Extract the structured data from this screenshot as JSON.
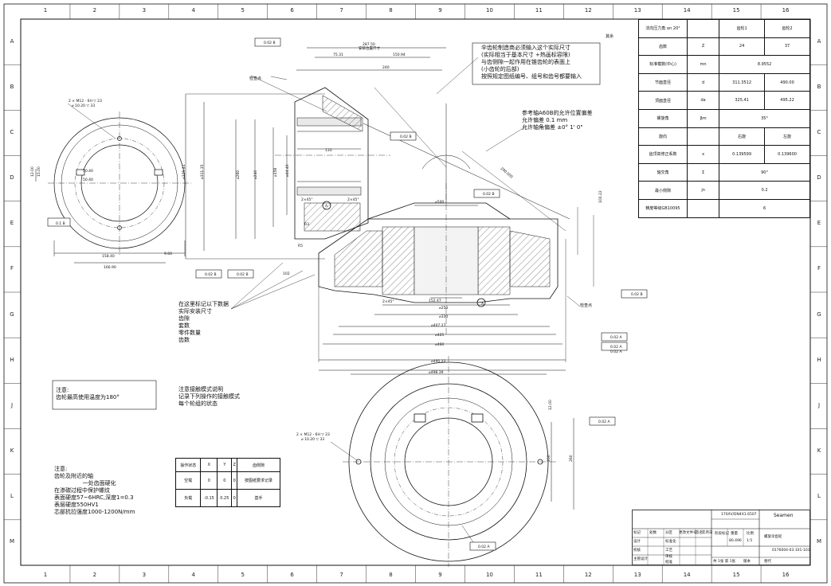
{
  "grid": {
    "columns": [
      "1",
      "2",
      "3",
      "4",
      "5",
      "6",
      "7",
      "8",
      "9",
      "10",
      "11",
      "12",
      "13",
      "14",
      "15",
      "16"
    ],
    "rows": [
      "A",
      "B",
      "C",
      "D",
      "E",
      "F",
      "G",
      "H",
      "J",
      "K",
      "L",
      "M"
    ]
  },
  "notes": {
    "assembly_note": "伞齿轮制造商必须输入这个实际尺寸\n(实际相当于基本尺寸 +热画标容限)\n与齿侧隙一起作用在锥齿轮的表面上\n(小齿轮的后部)\n按照规定图纸编号、组号和齿号都要输入",
    "offset_note": "参考轴A60B的允许位置偏差\n允许偏差 0.1 mm\n允许轴角偏差 ±0° 1' 0\"",
    "mark_note": "在这里标记以下数据\n实际安装尺寸\n齿隙\n套数\n零件数量\n齿数",
    "contact_note": "注意接触模式说明\n记录下列操作的接触模式\n每个轮组的状态",
    "temp_note": "注意:\n齿轮最高使用温度为180°",
    "surface_note": "注意:\n齿轮及附近的轴\n                一处齿面硬化\n在渗碳过程中保护螺纹\n表面硬度57~6HRC,深度1=0.3\n表层硬度550HV1\n芯部抗拉强度1000-1200N/mm",
    "check_point_1": "检查点",
    "check_point_2": "检查点",
    "corner_label": "其余"
  },
  "param_table": {
    "rows": [
      [
        "法向压力角 αn  20°",
        "",
        "齿轮1",
        "齿轮2"
      ],
      [
        "齿数",
        "Z",
        "24",
        "37"
      ],
      [
        "标准模数(中心)",
        "mn",
        "8.9552",
        ""
      ],
      [
        "节面直径",
        "d",
        "311.3512",
        "490.00"
      ],
      [
        "顶面直径",
        "da",
        "325.41",
        "495.22"
      ],
      [
        "螺旋角",
        "βm",
        "35°",
        ""
      ],
      [
        "旋向",
        "",
        "右旋",
        "左旋"
      ],
      [
        "齿顶高修正系数",
        "x",
        "0.139599",
        "0.139600"
      ],
      [
        "轴交角",
        "Σ",
        "90°",
        ""
      ],
      [
        "最小侧隙",
        "jn",
        "0.2",
        ""
      ],
      [
        "精度等级GB10095",
        "",
        "6",
        ""
      ]
    ]
  },
  "contact_table": {
    "header": [
      "操作状态",
      "X",
      "Y",
      "Z",
      "齿侧隙"
    ],
    "rows": [
      [
        "空载",
        "0",
        "0",
        "0",
        "按图纸要求记录"
      ],
      [
        "负载",
        "-0.15",
        "0.25",
        "0",
        "基手"
      ]
    ]
  },
  "title_block": {
    "project": "170/IV/DN4X1.6507",
    "company": "Seamen",
    "drawing_name": "螺旋伞齿轮",
    "drawing_no": "0176004-03.101-103",
    "scale": "1:5",
    "weight": "80.496",
    "sheets": "共 1张  第 1张",
    "header_row": [
      "标记",
      "处数",
      "分区",
      "更改文件号",
      "签名",
      "年月日"
    ],
    "rows": [
      "设计",
      "校核",
      "主管设计"
    ],
    "mid_rows": [
      "标准化",
      "工艺",
      "审核",
      "批准"
    ],
    "stage_labels": [
      "阶段标记",
      "重量",
      "比例"
    ],
    "misc": [
      "版本",
      "替代"
    ]
  },
  "dims_view1": [
    "2 × M12 - 6H ▽ 23",
    "⌀ 10.20 ▽ 33",
    "50.40",
    "50.40",
    "158.40",
    "166.90",
    "12.00",
    "15.00",
    "0.1 B"
  ],
  "dims_view2": [
    "287.50",
    "安装位置尺寸",
    "75.31",
    "150.94",
    "240",
    "133",
    "⌀325.41",
    "⌀311.35",
    "⌀260",
    "⌀240",
    "⌀158",
    "⌀44.40",
    "2×45°",
    "2×45°",
    "A",
    "R3",
    "R5",
    "102",
    "9.60",
    "0.02 B",
    "0.02 B",
    "0.02 B",
    "0.02 B",
    "0.02 B"
  ],
  "dims_view3": [
    "⌀500",
    "⌀250",
    "⌀330",
    "⌀407.27",
    "⌀425",
    "⌀460",
    "⌀495.22",
    "152.47",
    "2×45°",
    "A",
    "290.000",
    "100.22",
    "0.02 B",
    "0.02 A",
    "0.02 A",
    "0.02 A"
  ],
  "dims_view4": [
    "⌀498.39",
    "2 × M12 - 6H ▽ 23",
    "⌀ 10.20 ▽ 33",
    "250",
    "260",
    "12.00",
    "0.02 A",
    "0.02 A"
  ]
}
